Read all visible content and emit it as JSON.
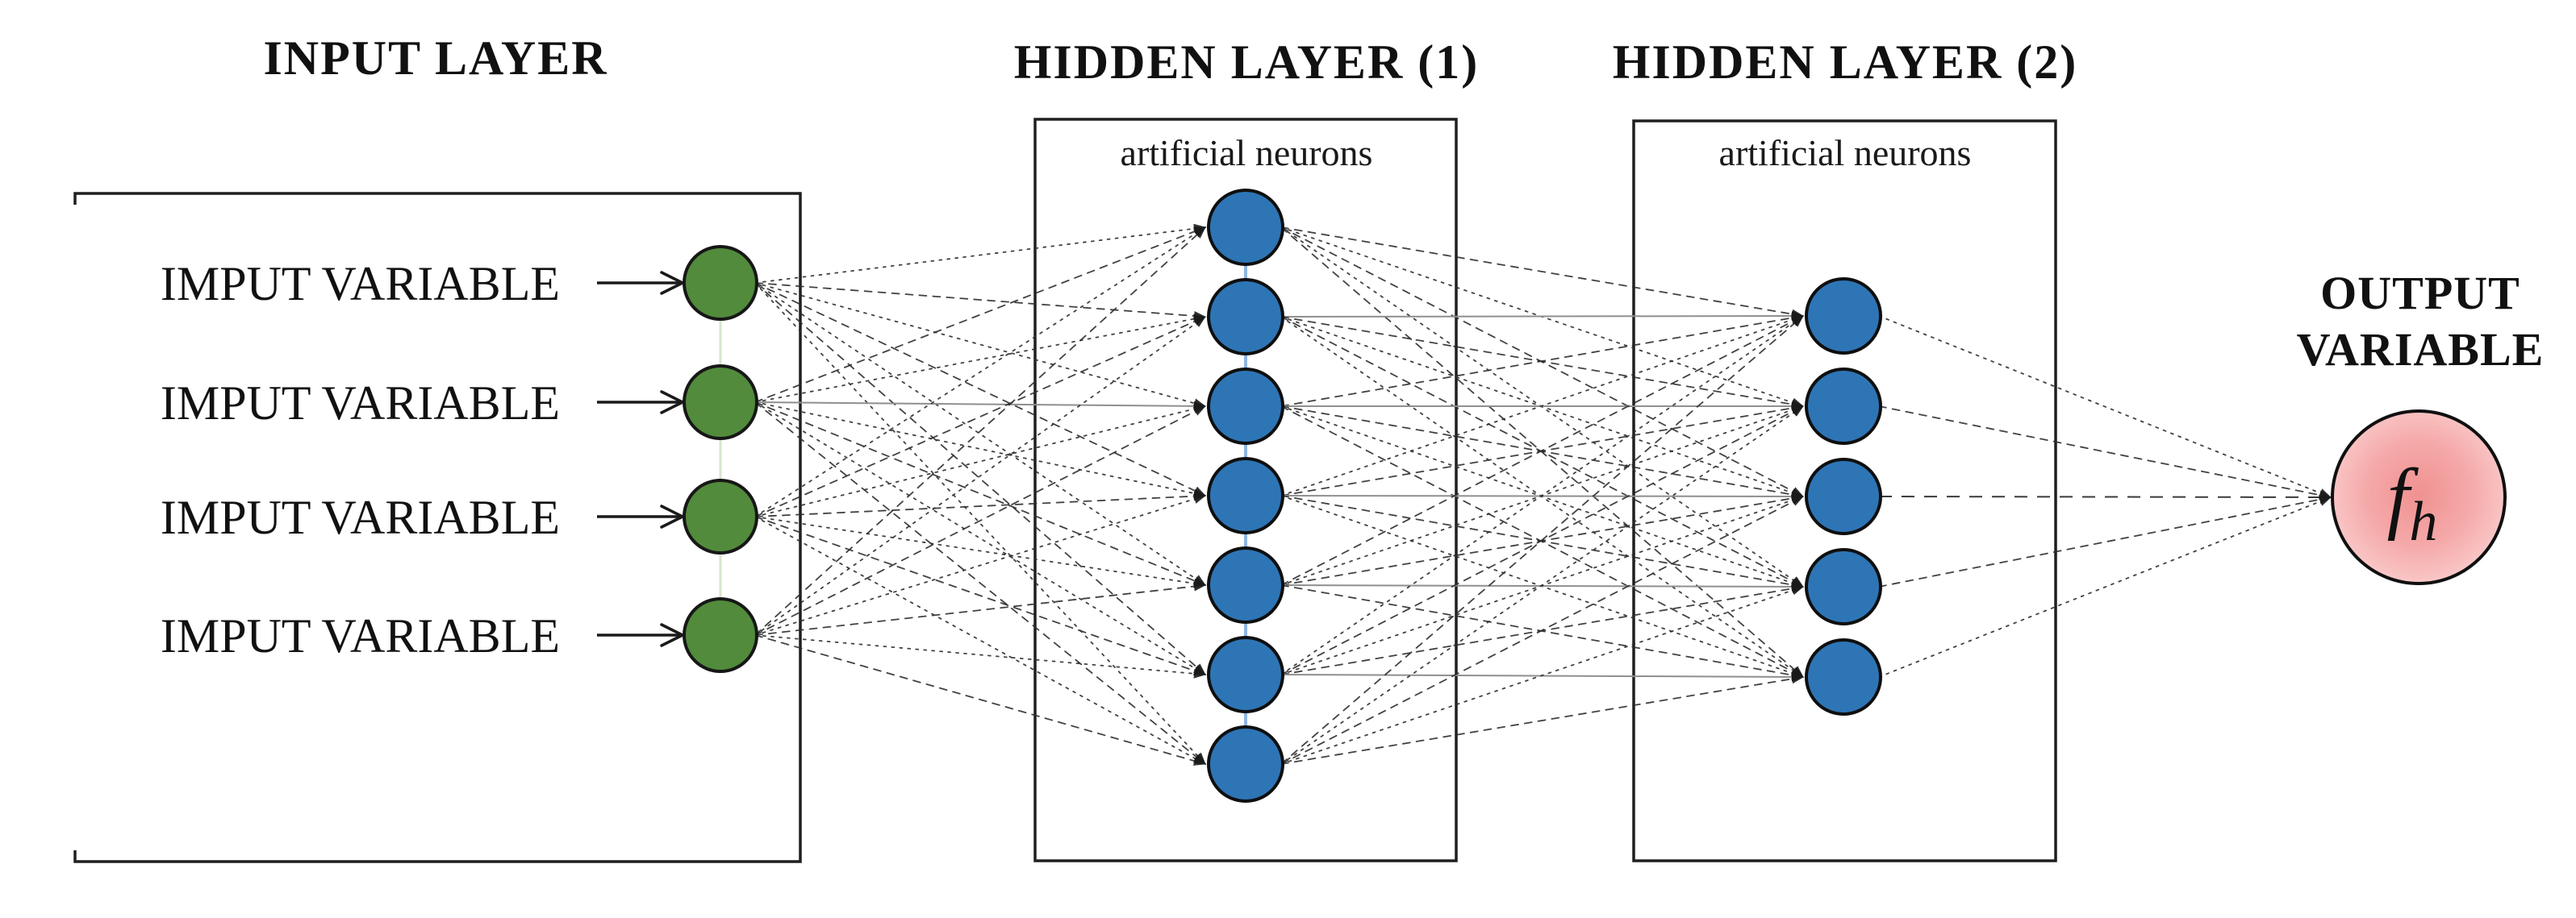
{
  "layers": {
    "input": {
      "title": "INPUT LAYER",
      "variable_labels": [
        "IMPUT VARIABLE",
        "IMPUT VARIABLE",
        "IMPUT VARIABLE",
        "IMPUT VARIABLE"
      ],
      "node_count": 4
    },
    "hidden1": {
      "title": "HIDDEN LAYER (1)",
      "sublabel": "artificial neurons",
      "node_count": 7
    },
    "hidden2": {
      "title": "HIDDEN LAYER (2)",
      "sublabel": "artificial neurons",
      "node_count": 5
    },
    "output": {
      "title_line1": "OUTPUT",
      "title_line2": "VARIABLE",
      "node_label_main": "f",
      "node_label_sub": "h",
      "node_count": 1
    }
  },
  "colors": {
    "input_node_fill": "#518b3b",
    "input_node_stroke": "#171717",
    "hidden_node_fill": "#2e75b6",
    "hidden_node_stroke": "#0f0f0f",
    "input_connector": "#d8e6cd",
    "hidden1_connector": "#8fb6e2",
    "connection_line": "#2e2e2e",
    "near_horizontal_line": "#8f8f8f",
    "output_dash_line": "#3a3a3a",
    "box_stroke": "#1f1f1f",
    "output_center": "#f09191",
    "output_mid": "#f5a9a9",
    "output_edge": "#fbcdcd",
    "output_stroke": "#101010",
    "arrow": "#1a1a1a"
  }
}
